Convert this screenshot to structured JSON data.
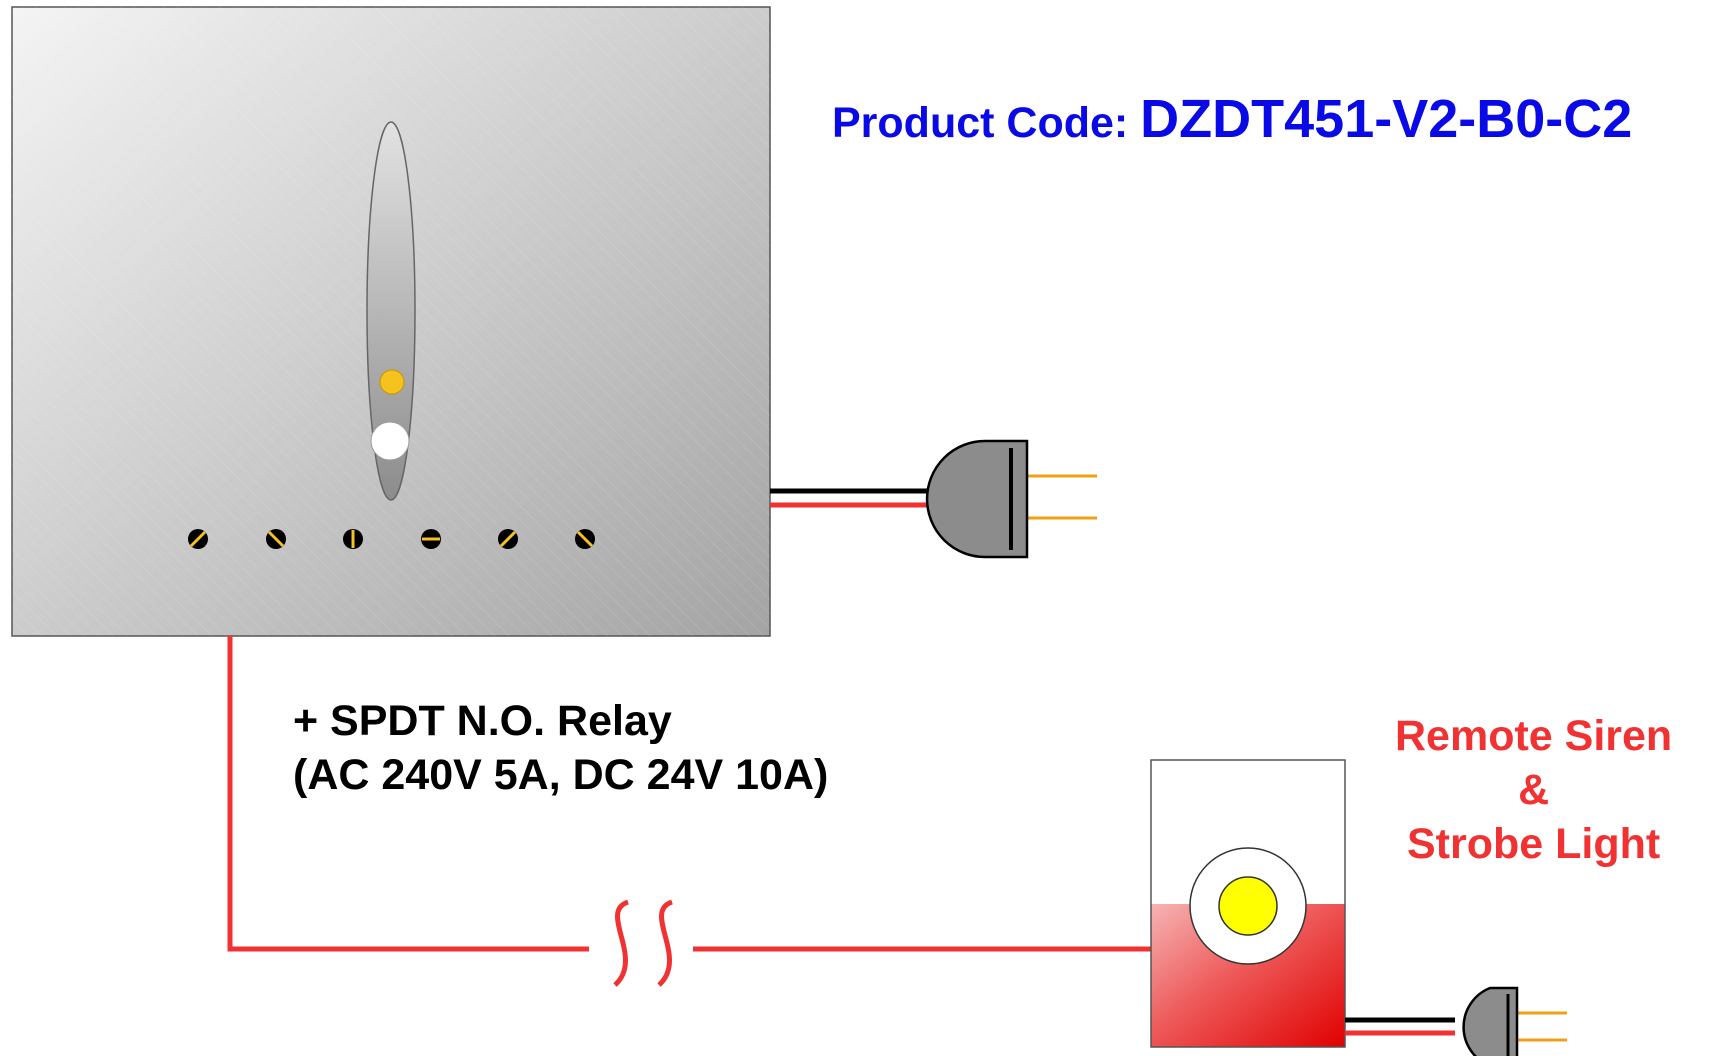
{
  "product": {
    "prefix": "Product Code: ",
    "code": "DZDT451-V2-B0-C2"
  },
  "relay": {
    "line1": "+ SPDT N.O. Relay",
    "line2": "(AC 240V 5A, DC 24V 10A)"
  },
  "siren": {
    "line1": "Remote Siren",
    "line2": "&",
    "line3": "Strobe Light"
  },
  "colors": {
    "product_text": "#0a0ae6",
    "siren_text": "#f03232",
    "wire_red": "#f03232",
    "wire_black": "#000000",
    "plug_pin": "#f0a014",
    "indicator_led": "#f5c21e",
    "strobe_led": "#ffff00"
  },
  "icons": {
    "main_unit": "detector-housing-icon",
    "plug": "power-plug-icon",
    "siren": "siren-strobe-icon",
    "break": "wire-break-icon"
  }
}
